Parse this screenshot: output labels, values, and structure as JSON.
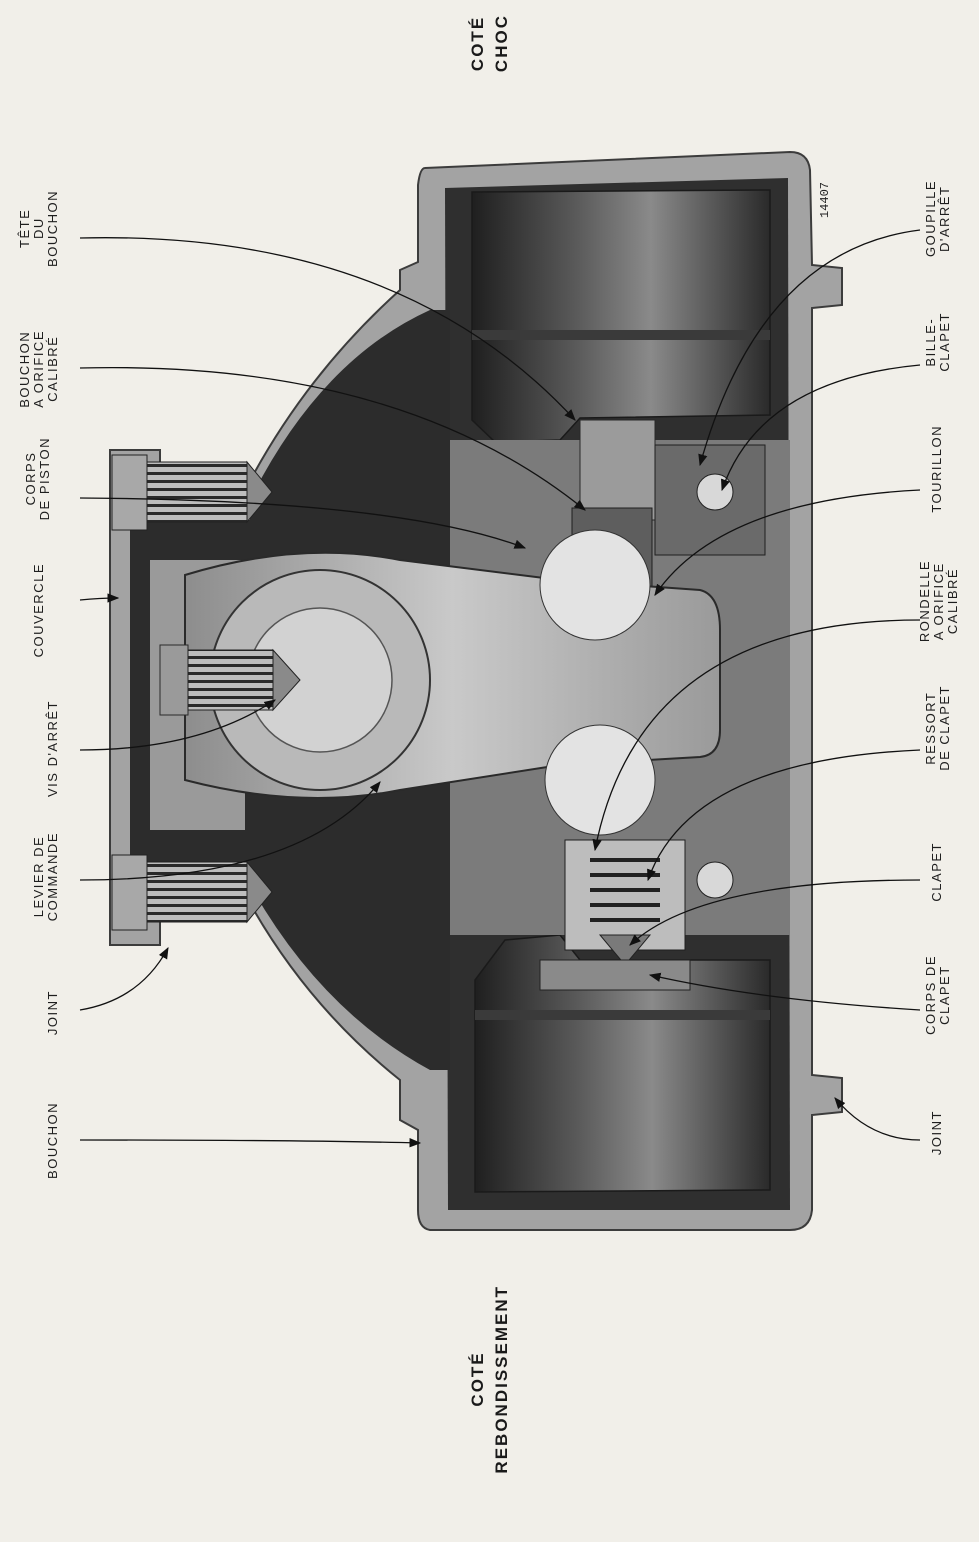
{
  "drawing_number": "14407",
  "sides": {
    "shock": "COTÉ\nCHOC",
    "rebound": "COTÉ\nREBONDISSEMENT"
  },
  "labels_left": {
    "tete_du_bouchon": "TÊTE\nDU\nBOUCHON",
    "bouchon_orifice": "BOUCHON\nA ORIFICE\nCALIBRÉ",
    "corps_de_piston": "CORPS\nDE PISTON",
    "couvercle": "COUVERCLE",
    "vis_arret": "VIS D'ARRÊT",
    "levier_commande": "LEVIER DE\nCOMMANDE",
    "joint_left": "JOINT",
    "bouchon": "BOUCHON"
  },
  "labels_right": {
    "goupille_arret": "GOUPILLE\nD'ARRÊT",
    "bille_clapet": "BILLE-\nCLAPET",
    "tourillon": "TOURILLON",
    "rondelle": "RONDELLE\nA ORIFICE\nCALIBRÉ",
    "ressort_clapet": "RESSORT\nDE CLAPET",
    "clapet": "CLAPET",
    "corps_clapet": "CORPS DE\nCLAPET",
    "joint_right": "JOINT"
  },
  "colors": {
    "paper": "#f1efe9",
    "housing": "#9e9e9e",
    "dark_cavity": "#2b2b2b",
    "piston": "#6f6f6f",
    "lever": "#bdbdbd",
    "ink": "#1e1e1e"
  }
}
